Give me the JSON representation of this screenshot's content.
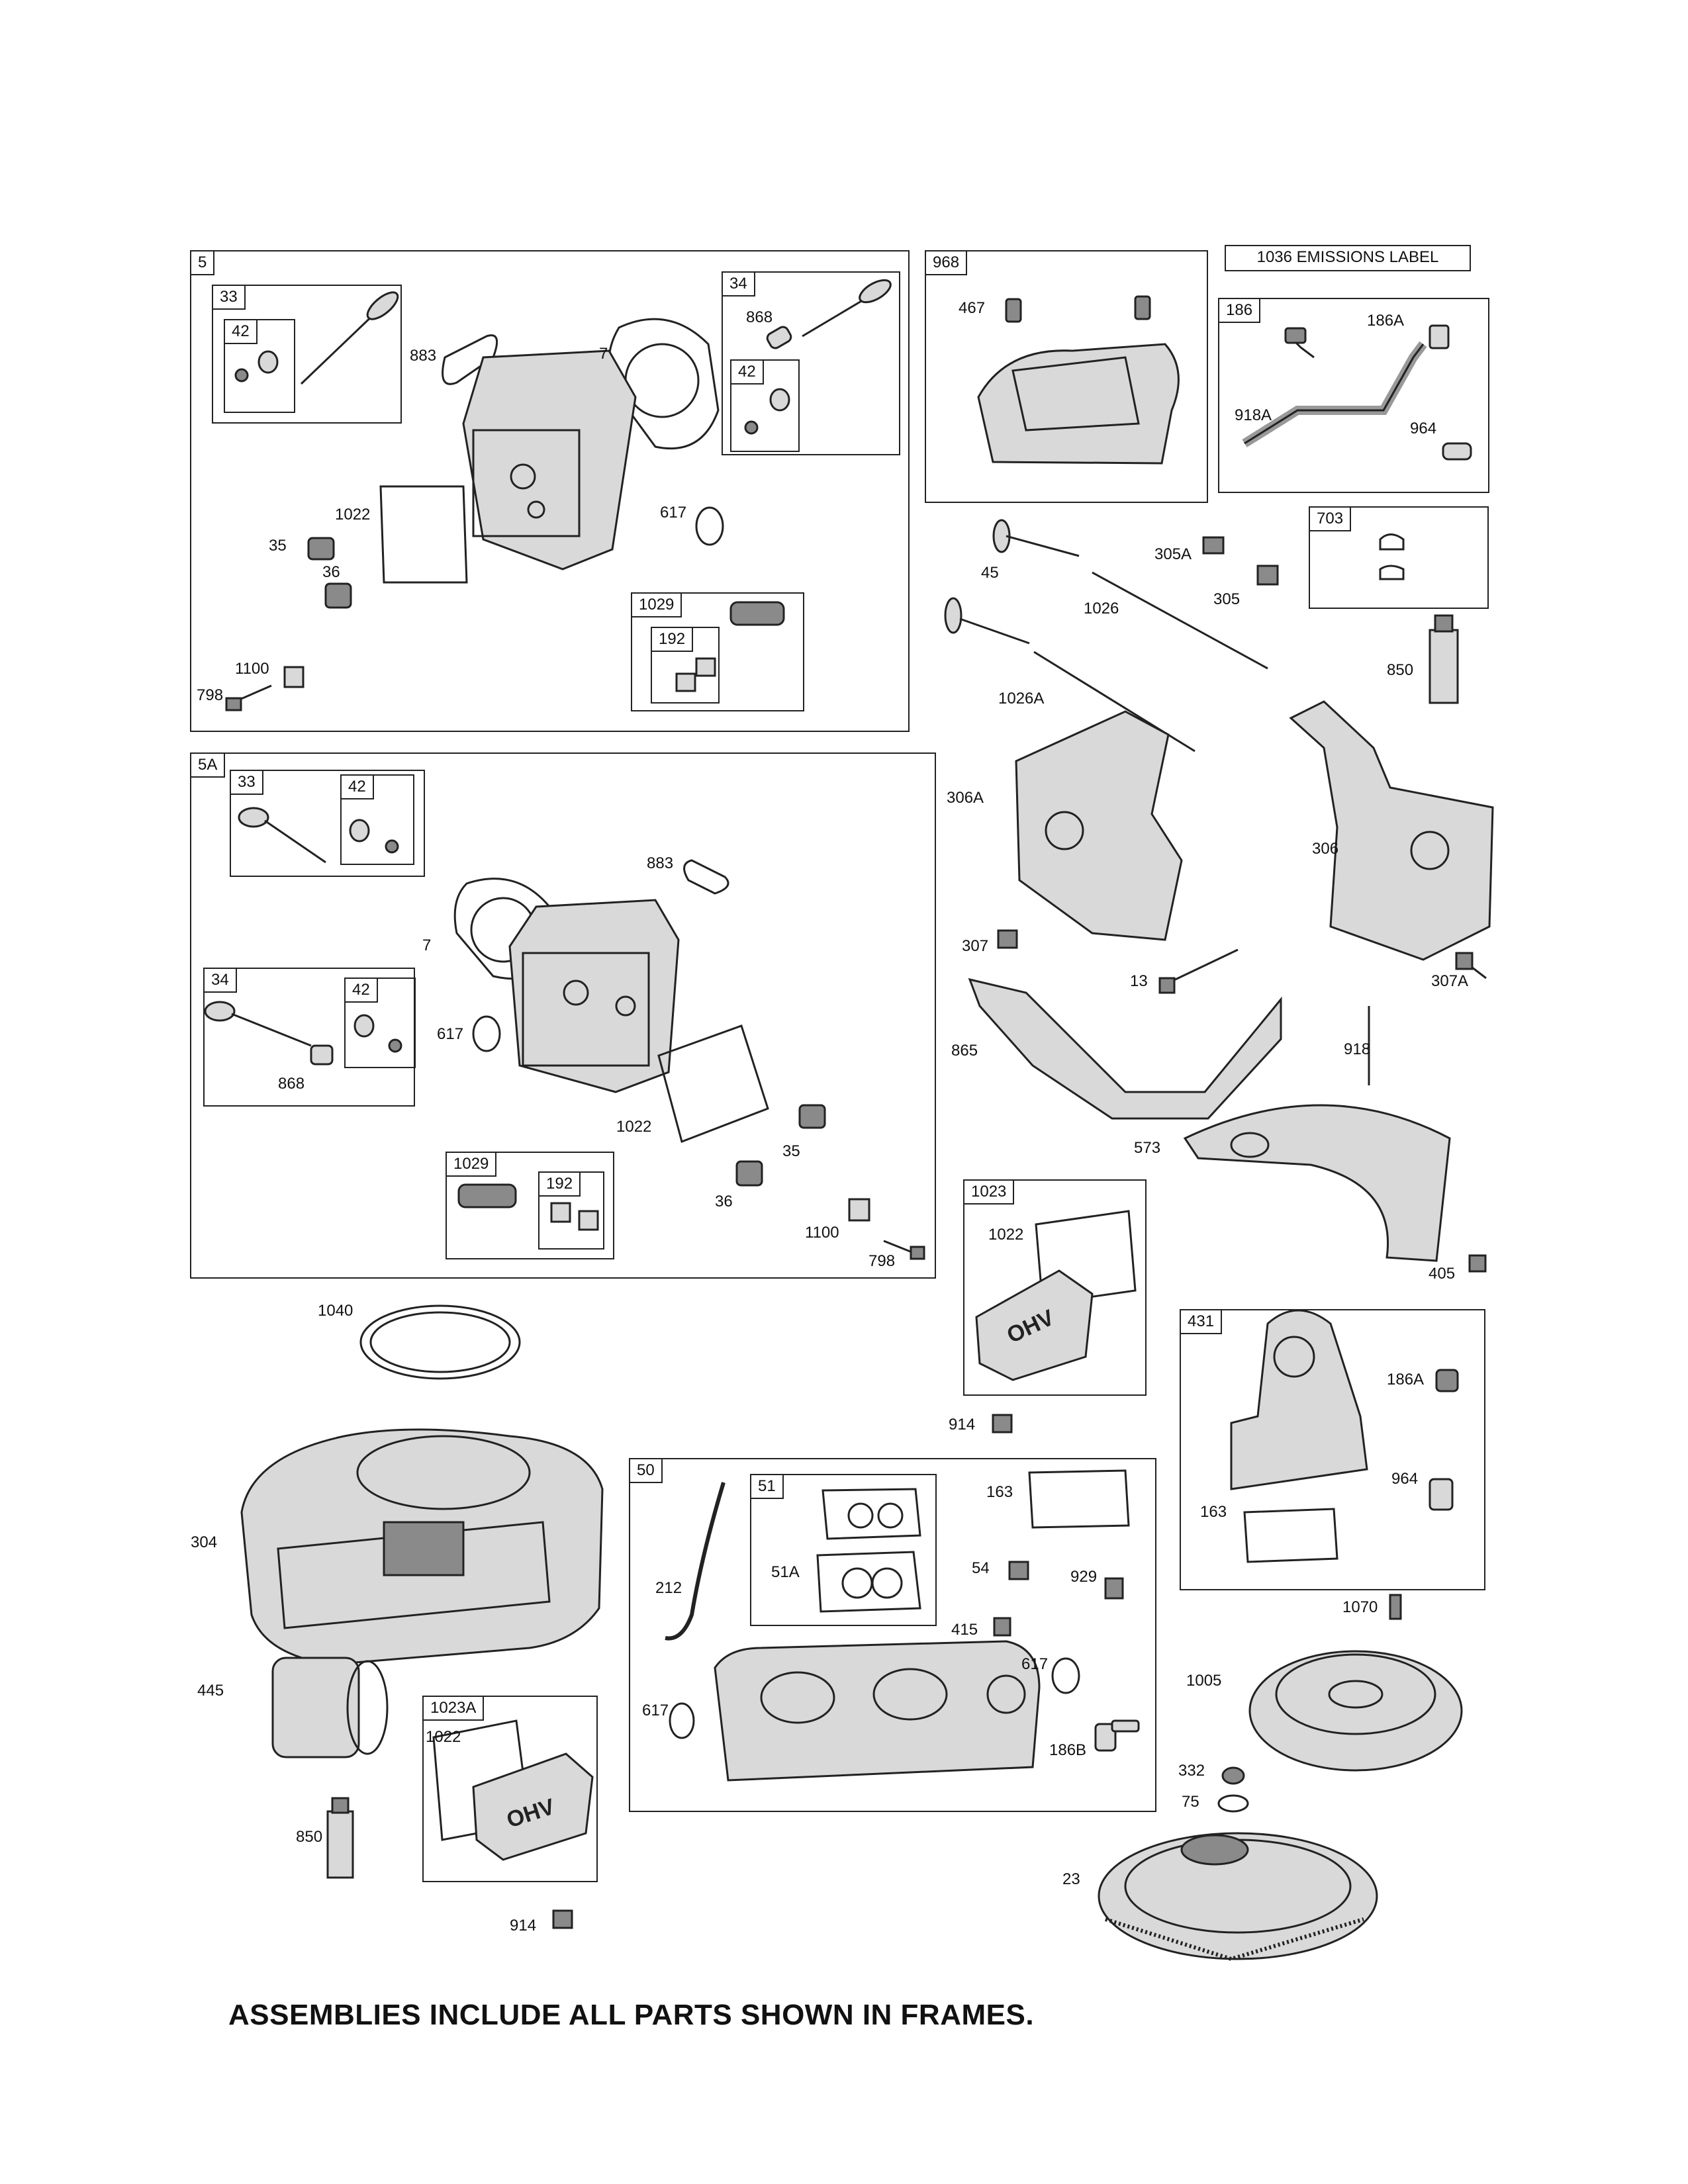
{
  "footer": {
    "text": "ASSEMBLIES INCLUDE ALL PARTS SHOWN IN FRAMES."
  },
  "emissions_label": "1036 EMISSIONS LABEL",
  "frames": {
    "f5": "5",
    "f33a": "33",
    "f42a": "42",
    "f34a": "34",
    "f42b": "42",
    "f1029a": "1029",
    "f192a": "192",
    "f5a": "5A",
    "f33b": "33",
    "f42c": "42",
    "f34b": "34",
    "f42d": "42",
    "f1029b": "1029",
    "f192b": "192",
    "f968": "968",
    "f186": "186",
    "f703": "703",
    "f1023": "1023",
    "f431": "431",
    "f50": "50",
    "f51": "51",
    "f1023a": "1023A"
  },
  "labels": {
    "l883a": "883",
    "l7a": "7",
    "l868a": "868",
    "l1022a": "1022",
    "l617a": "617",
    "l35a": "35",
    "l36a": "36",
    "l1100a": "1100",
    "l798a": "798",
    "l883b": "883",
    "l7b": "7",
    "l617b": "617",
    "l868b": "868",
    "l1022b": "1022",
    "l35b": "35",
    "l36b": "36",
    "l1100b": "1100",
    "l798b": "798",
    "l467": "467",
    "l186a_1": "186A",
    "l918a": "918A",
    "l964_1": "964",
    "l45": "45",
    "l305a": "305A",
    "l305": "305",
    "l1026": "1026",
    "l1026a": "1026A",
    "l850_1": "850",
    "l306a": "306A",
    "l306": "306",
    "l307": "307",
    "l13": "13",
    "l307a": "307A",
    "l865": "865",
    "l918": "918",
    "l573": "573",
    "l405": "405",
    "l1022c": "1022",
    "l914_1": "914",
    "l186a_2": "186A",
    "l964_2": "964",
    "l163_1": "163",
    "l1070": "1070",
    "l1005": "1005",
    "l332": "332",
    "l75": "75",
    "l23": "23",
    "l1040": "1040",
    "l304": "304",
    "l445": "445",
    "l1022d": "1022",
    "l850_2": "850",
    "l914_2": "914",
    "l212": "212",
    "l51a": "51A",
    "l163_2": "163",
    "l54": "54",
    "l929": "929",
    "l415": "415",
    "l617c": "617",
    "l617d": "617",
    "l186b": "186B"
  },
  "colors": {
    "line": "#222222",
    "fill": "#d9d9d9",
    "background": "#ffffff"
  }
}
